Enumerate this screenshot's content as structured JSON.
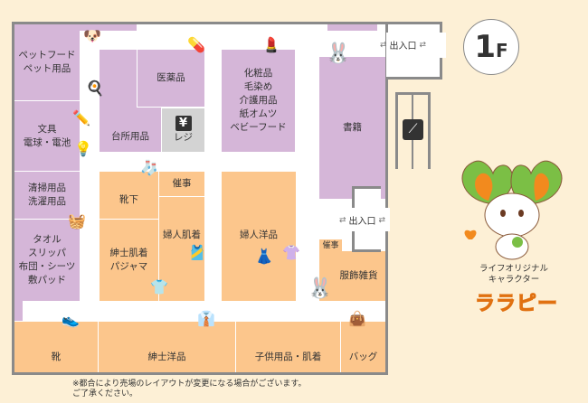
{
  "floor_badge": {
    "number": "1",
    "letter": "F"
  },
  "zones": {
    "pet": "ペットフード\nペット用品",
    "stationery": "文具\n電球・電池",
    "cleaning": "清掃用品\n洗濯用品",
    "towel": "タオル\nスリッパ\n布団・シーツ\n敷パッド",
    "medicine": "医薬品",
    "kitchen": "台所用品",
    "register": "レジ",
    "cosmetics": "化粧品\n毛染め\n介護用品\n紙オムツ\nベビーフード",
    "books": "書籍",
    "socks": "靴下",
    "event1": "催事",
    "mens_underwear": "紳士肌着\nパジャマ",
    "womens_underwear": "婦人肌着",
    "womens_clothing": "婦人洋品",
    "event2": "催事",
    "accessories": "服飾雑貨",
    "shoes": "靴",
    "mens_clothing": "紳士洋品",
    "kids": "子供用品・肌着",
    "bags": "バッグ"
  },
  "exits": {
    "top": "出入口",
    "middle": "出入口"
  },
  "register_icon": "¥",
  "note": "※都合により売場のレイアウトが変更になる場合がございます。\nご了承ください。",
  "character": {
    "caption": "ライフオリジナル\nキャラクター",
    "name": "ララピー"
  },
  "colors": {
    "grocery": "#d5b6d8",
    "clothing": "#fcc68c",
    "accent": "#f28a1e",
    "green": "#7bbf45"
  }
}
